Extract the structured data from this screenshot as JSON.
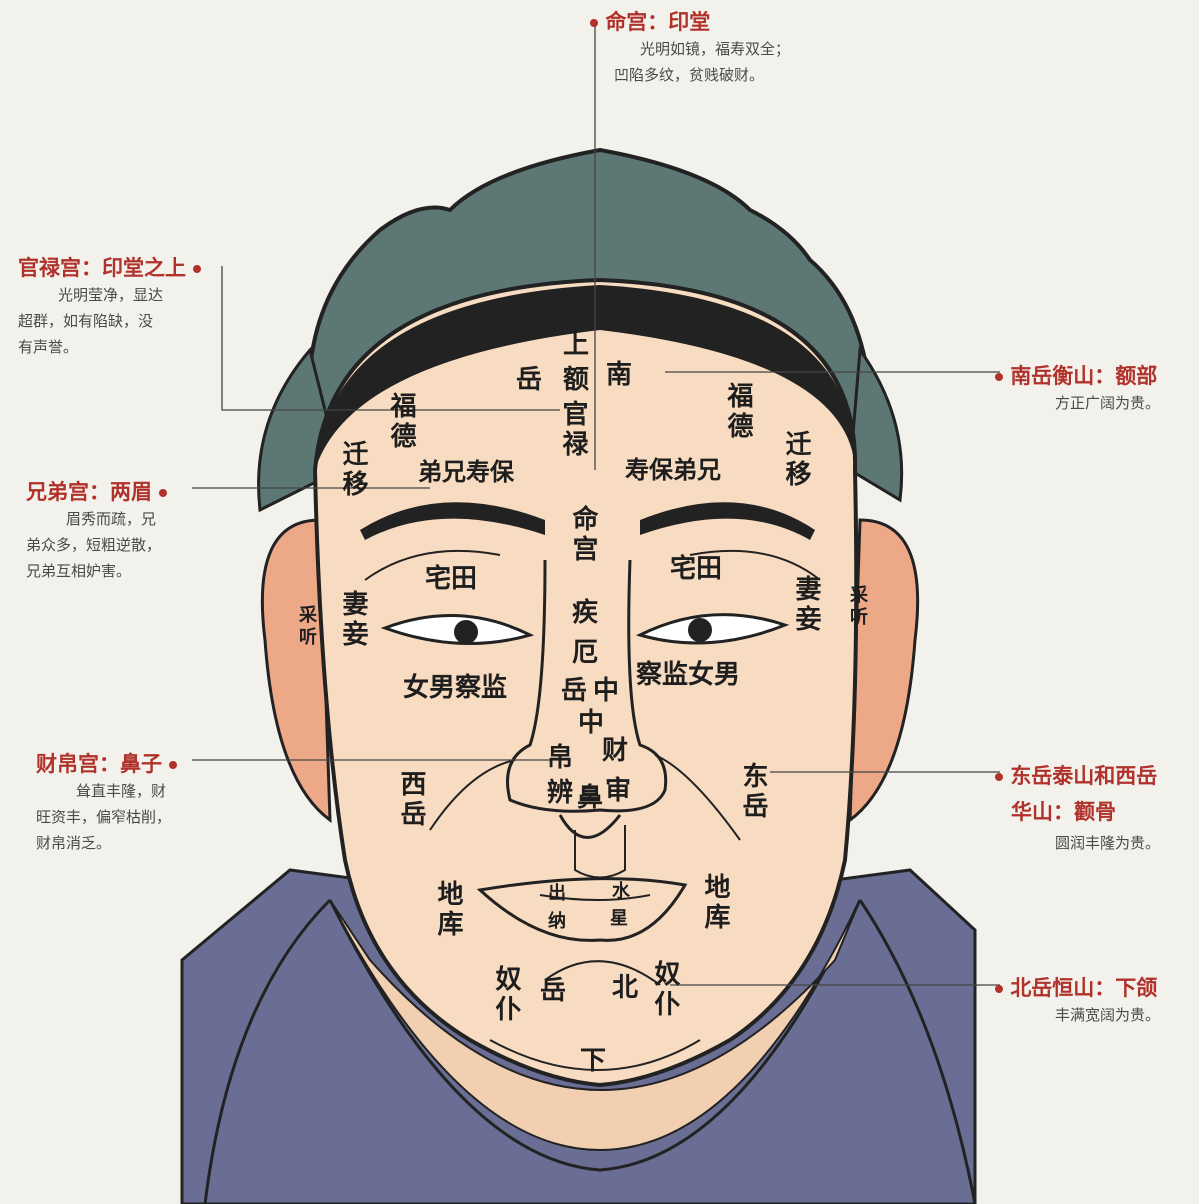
{
  "annotations": {
    "ming_gong": {
      "title": "命宫：印堂",
      "desc": [
        "光明如镜，福寿双全；",
        "凹陷多纹，贫贱破财。"
      ]
    },
    "guan_lu_gong": {
      "title": "官禄宫：印堂之上",
      "desc": [
        "光明莹净，显达",
        "超群，如有陷缺，没",
        "有声誉。"
      ]
    },
    "xiong_di_gong": {
      "title": "兄弟宫：两眉",
      "desc": [
        "眉秀而疏，兄",
        "弟众多，短粗逆散，",
        "兄弟互相妒害。"
      ]
    },
    "cai_bo_gong": {
      "title": "财帛宫：鼻子",
      "desc": [
        "耸直丰隆，财",
        "旺资丰，偏窄枯削，",
        "财帛消乏。"
      ]
    },
    "nan_yue": {
      "title": "南岳衡山：额部",
      "desc": [
        "方正广阔为贵。"
      ]
    },
    "dong_xi_yue": {
      "title": "东岳泰山和西岳",
      "title2": "华山：颧骨",
      "desc": [
        "圆润丰隆为贵。"
      ]
    },
    "bei_yue": {
      "title": "北岳恒山：下颌",
      "desc": [
        "丰满宽阔为贵。"
      ]
    }
  },
  "face_labels": {
    "shang": "上",
    "e": "额",
    "nan": "南",
    "yue_top": "岳",
    "guanlu": "官禄",
    "fude_left": "福德",
    "fude_right": "福德",
    "qianyi_left": "迁移",
    "qianyi_right": "迁移",
    "brows_left": "弟兄寿保",
    "brows_right": "寿保弟兄",
    "minggong": "命宫",
    "zhaitian_left": "宅田",
    "zhaitian_right": "宅田",
    "qiqie_left": "妻妾",
    "qiqie_right": "妻妾",
    "caiting_left": "采听",
    "caiting_right": "采听",
    "nvnan_left": "女男察监",
    "nvnan_right": "察监女男",
    "ji": "疾",
    "e2": "厄",
    "yue_mid": "岳",
    "zhong1": "中",
    "zhong2": "中",
    "bo": "帛",
    "bian": "辨",
    "cai": "财",
    "shen": "审",
    "bi": "鼻",
    "xiyue": "西岳",
    "dongyue": "东岳",
    "diku_left": "地库",
    "diku_right": "地库",
    "chu": "出",
    "na": "纳",
    "shui": "水",
    "xing": "星",
    "nupu_left": "奴仆",
    "nupu_right": "奴仆",
    "yue_bottom": "岳",
    "bei": "北",
    "xia": "下"
  },
  "colors": {
    "accent": "#b0322b",
    "skin": "#f8dcc1",
    "hair": "#5d7774",
    "robe": "#6a6e95"
  }
}
